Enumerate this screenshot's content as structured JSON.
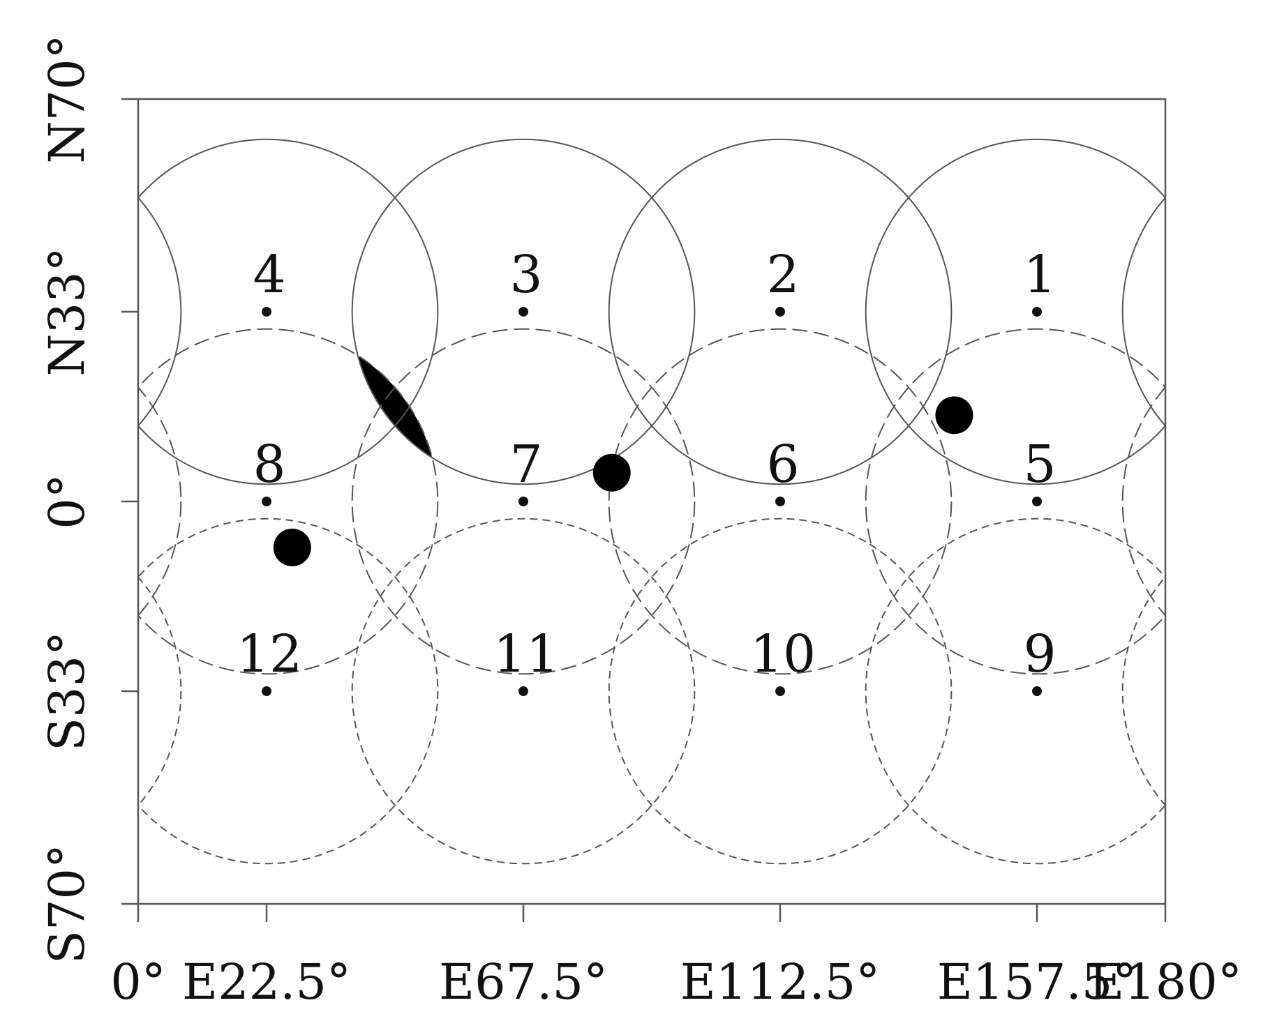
{
  "colors": {
    "ink": "#111111",
    "line": "#555555",
    "fill": "#000000"
  },
  "axes": {
    "x": {
      "range": [
        0,
        180
      ],
      "ticks": [
        {
          "value": 0,
          "label": "0°"
        },
        {
          "value": 22.5,
          "label": "E22.5°"
        },
        {
          "value": 67.5,
          "label": "E67.5°"
        },
        {
          "value": 112.5,
          "label": "E112.5°"
        },
        {
          "value": 157.5,
          "label": "E157.5°"
        },
        {
          "value": 180,
          "label": "E180°"
        }
      ]
    },
    "y": {
      "range": [
        -70,
        70
      ],
      "ticks": [
        {
          "value": 70,
          "label": "N70°"
        },
        {
          "value": 33,
          "label": "N33°"
        },
        {
          "value": 0,
          "label": "0°"
        },
        {
          "value": -33,
          "label": "S33°"
        },
        {
          "value": -70,
          "label": "S70°"
        }
      ]
    }
  },
  "beams": [
    {
      "label": "1",
      "lon": 157.5,
      "lat": 33,
      "ring": "solid"
    },
    {
      "label": "2",
      "lon": 112.5,
      "lat": 33,
      "ring": "solid"
    },
    {
      "label": "3",
      "lon": 67.5,
      "lat": 33,
      "ring": "solid"
    },
    {
      "label": "4",
      "lon": 22.5,
      "lat": 33,
      "ring": "solid"
    },
    {
      "label": "5",
      "lon": 157.5,
      "lat": 0,
      "ring": "long-dash"
    },
    {
      "label": "6",
      "lon": 112.5,
      "lat": 0,
      "ring": "long-dash"
    },
    {
      "label": "7",
      "lon": 67.5,
      "lat": 0,
      "ring": "long-dash"
    },
    {
      "label": "8",
      "lon": 22.5,
      "lat": 0,
      "ring": "long-dash"
    },
    {
      "label": "9",
      "lon": 157.5,
      "lat": -33,
      "ring": "short-dash"
    },
    {
      "label": "10",
      "lon": 112.5,
      "lat": -33,
      "ring": "short-dash"
    },
    {
      "label": "11",
      "lon": 67.5,
      "lat": -33,
      "ring": "short-dash"
    },
    {
      "label": "12",
      "lon": 22.5,
      "lat": -33,
      "ring": "short-dash"
    }
  ],
  "beam_radius_deg": 30,
  "markers": [
    {
      "lon": 27,
      "lat": -8
    },
    {
      "lon": 83,
      "lat": 5
    },
    {
      "lon": 143,
      "lat": 15
    }
  ],
  "overlap_highlight": {
    "between": [
      "3",
      "8"
    ]
  }
}
